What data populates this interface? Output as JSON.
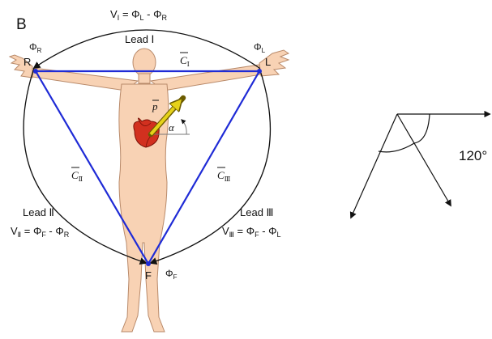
{
  "panel_label": "B",
  "colors": {
    "skin": "#f8d2b4",
    "skin_stroke": "#b98a6a",
    "triangle": "#1f2bd6",
    "arrow": "#e6d21a",
    "heart": "#d2301f",
    "line": "#111111"
  },
  "icons": {
    "heart": "heart-icon",
    "hand_left": "hand-icon",
    "hand_right": "hand-icon"
  },
  "vertices": {
    "right_arm": "R",
    "left_arm": "L",
    "foot": "F"
  },
  "potentials": {
    "right": {
      "sym": "Φ",
      "sub": "R"
    },
    "left": {
      "sym": "Φ",
      "sub": "L"
    },
    "foot": {
      "sym": "Φ",
      "sub": "F"
    }
  },
  "leads": {
    "lead1": {
      "label": "Lead Ⅰ",
      "v": "V",
      "v_sub": "Ⅰ",
      "eq": " = ",
      "a": "Φ",
      "a_sub": "L",
      "minus": " - ",
      "b": "Φ",
      "b_sub": "R"
    },
    "lead2": {
      "label": "Lead Ⅱ",
      "v": "V",
      "v_sub": "Ⅱ",
      "eq": " = ",
      "a": "Φ",
      "a_sub": "F",
      "minus": " - ",
      "b": "Φ",
      "b_sub": "R"
    },
    "lead3": {
      "label": "Lead Ⅲ",
      "v": "V",
      "v_sub": "Ⅲ",
      "eq": " = ",
      "a": "Φ",
      "a_sub": "F",
      "minus": " - ",
      "b": "Φ",
      "b_sub": "L"
    }
  },
  "vectors": {
    "c1": {
      "sym": "C",
      "sub": "Ⅰ"
    },
    "c2": {
      "sym": "C",
      "sub": "Ⅱ"
    },
    "c3": {
      "sym": "C",
      "sub": "Ⅲ"
    },
    "p": {
      "sym": "p"
    },
    "alpha": "α"
  },
  "angle_label": "120°"
}
